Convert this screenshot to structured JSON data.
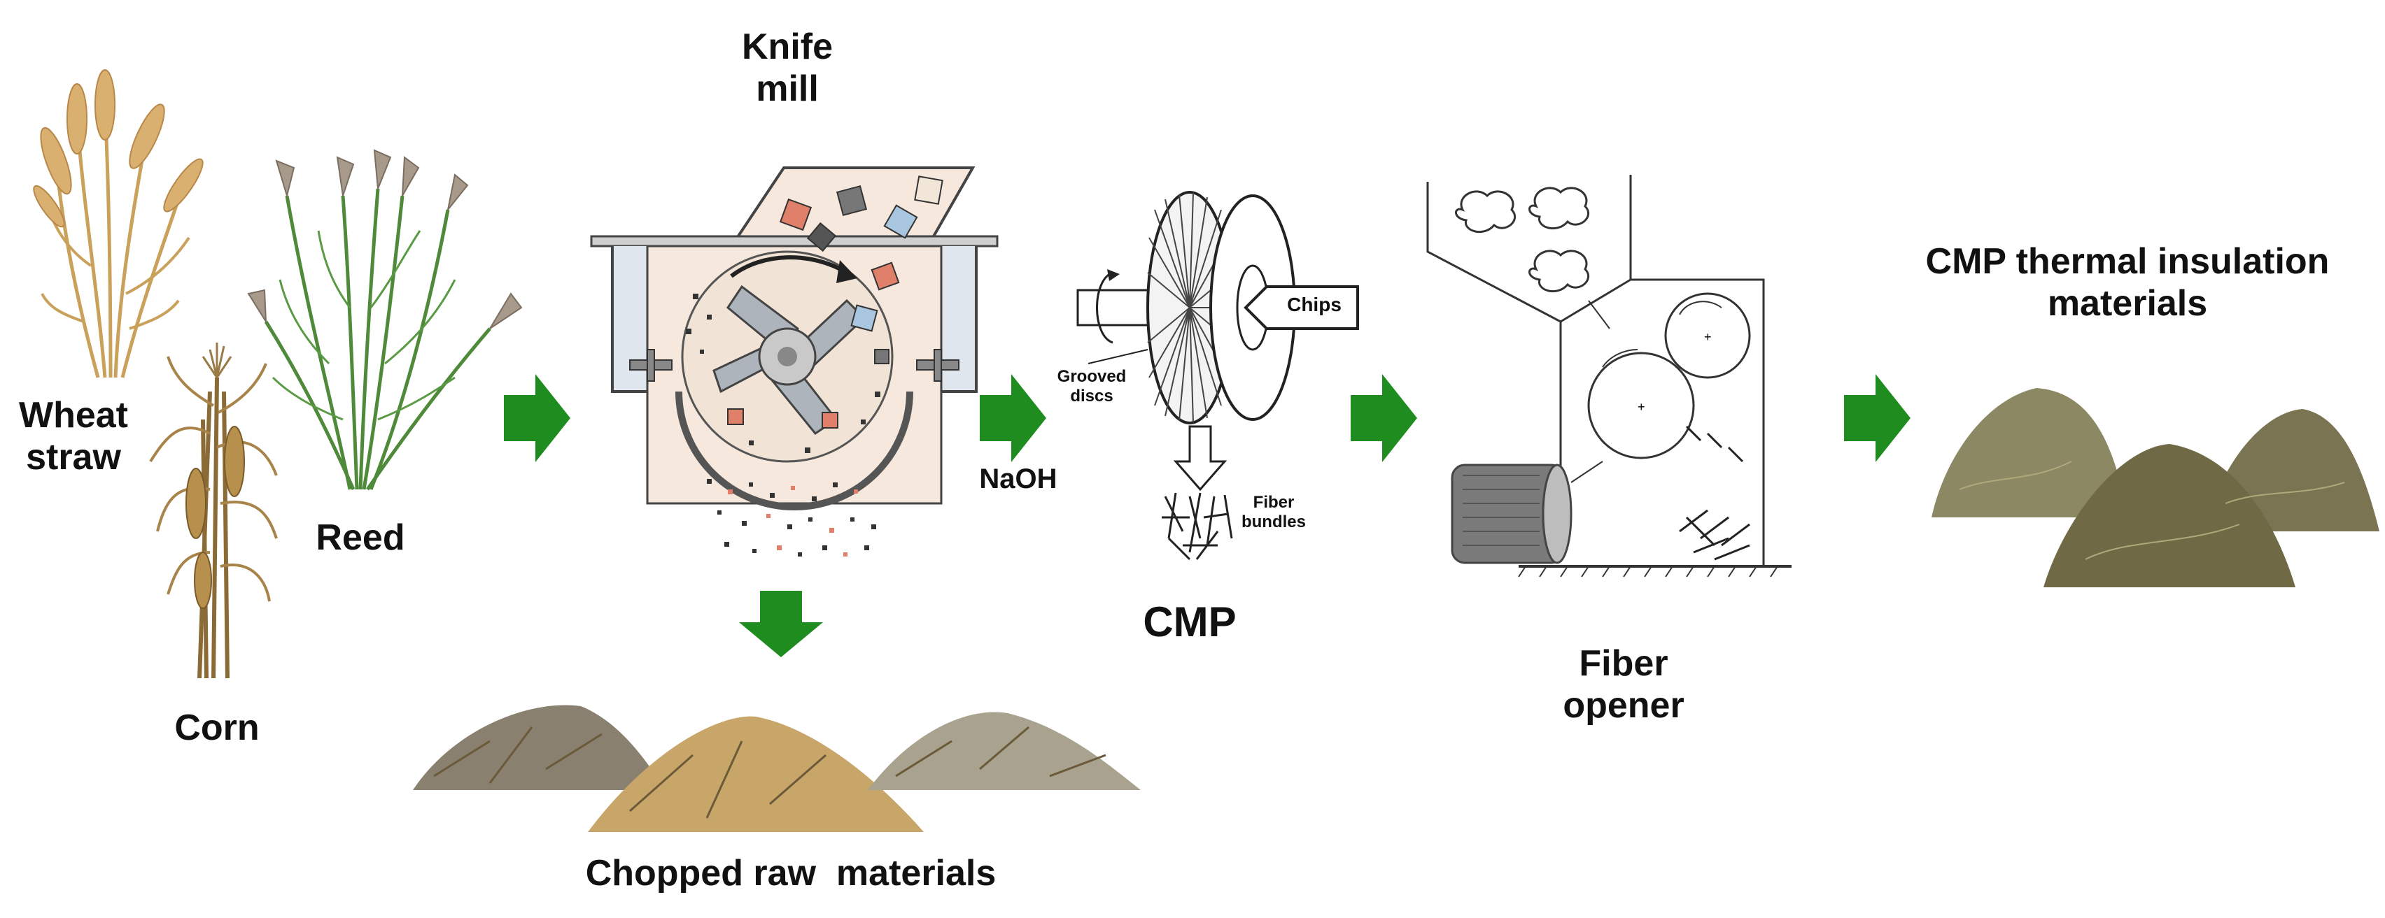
{
  "labels": {
    "wheat": "Wheat straw",
    "corn": "Corn",
    "reed": "Reed",
    "knife_mill": "Knife mill",
    "chopped": "Chopped raw  materials",
    "naoh": "NaOH",
    "cmp": "CMP",
    "chips": "Chips",
    "grooved_discs": "Grooved discs",
    "fiber_bundles": "Fiber bundles",
    "fiber_opener": "Fiber opener",
    "insulation": "CMP thermal insulation materials"
  },
  "colors": {
    "arrow_green": "#1e8c1e",
    "straw": "#c9a15a",
    "reed_green": "#4f8a3a",
    "corn_brown": "#8a6a35",
    "chip_red": "#e0806a",
    "chip_blue": "#a9c6e0",
    "chip_gray": "#777777",
    "mill_bg": "#f6e8dc",
    "insulation": "#8a8258"
  },
  "icons": [
    "wheat-plant-icon",
    "corn-plant-icon",
    "reed-plant-icon",
    "knife-mill-icon",
    "disc-refiner-icon",
    "fiber-opener-icon",
    "insulation-pile-icon",
    "process-arrow-icon"
  ]
}
